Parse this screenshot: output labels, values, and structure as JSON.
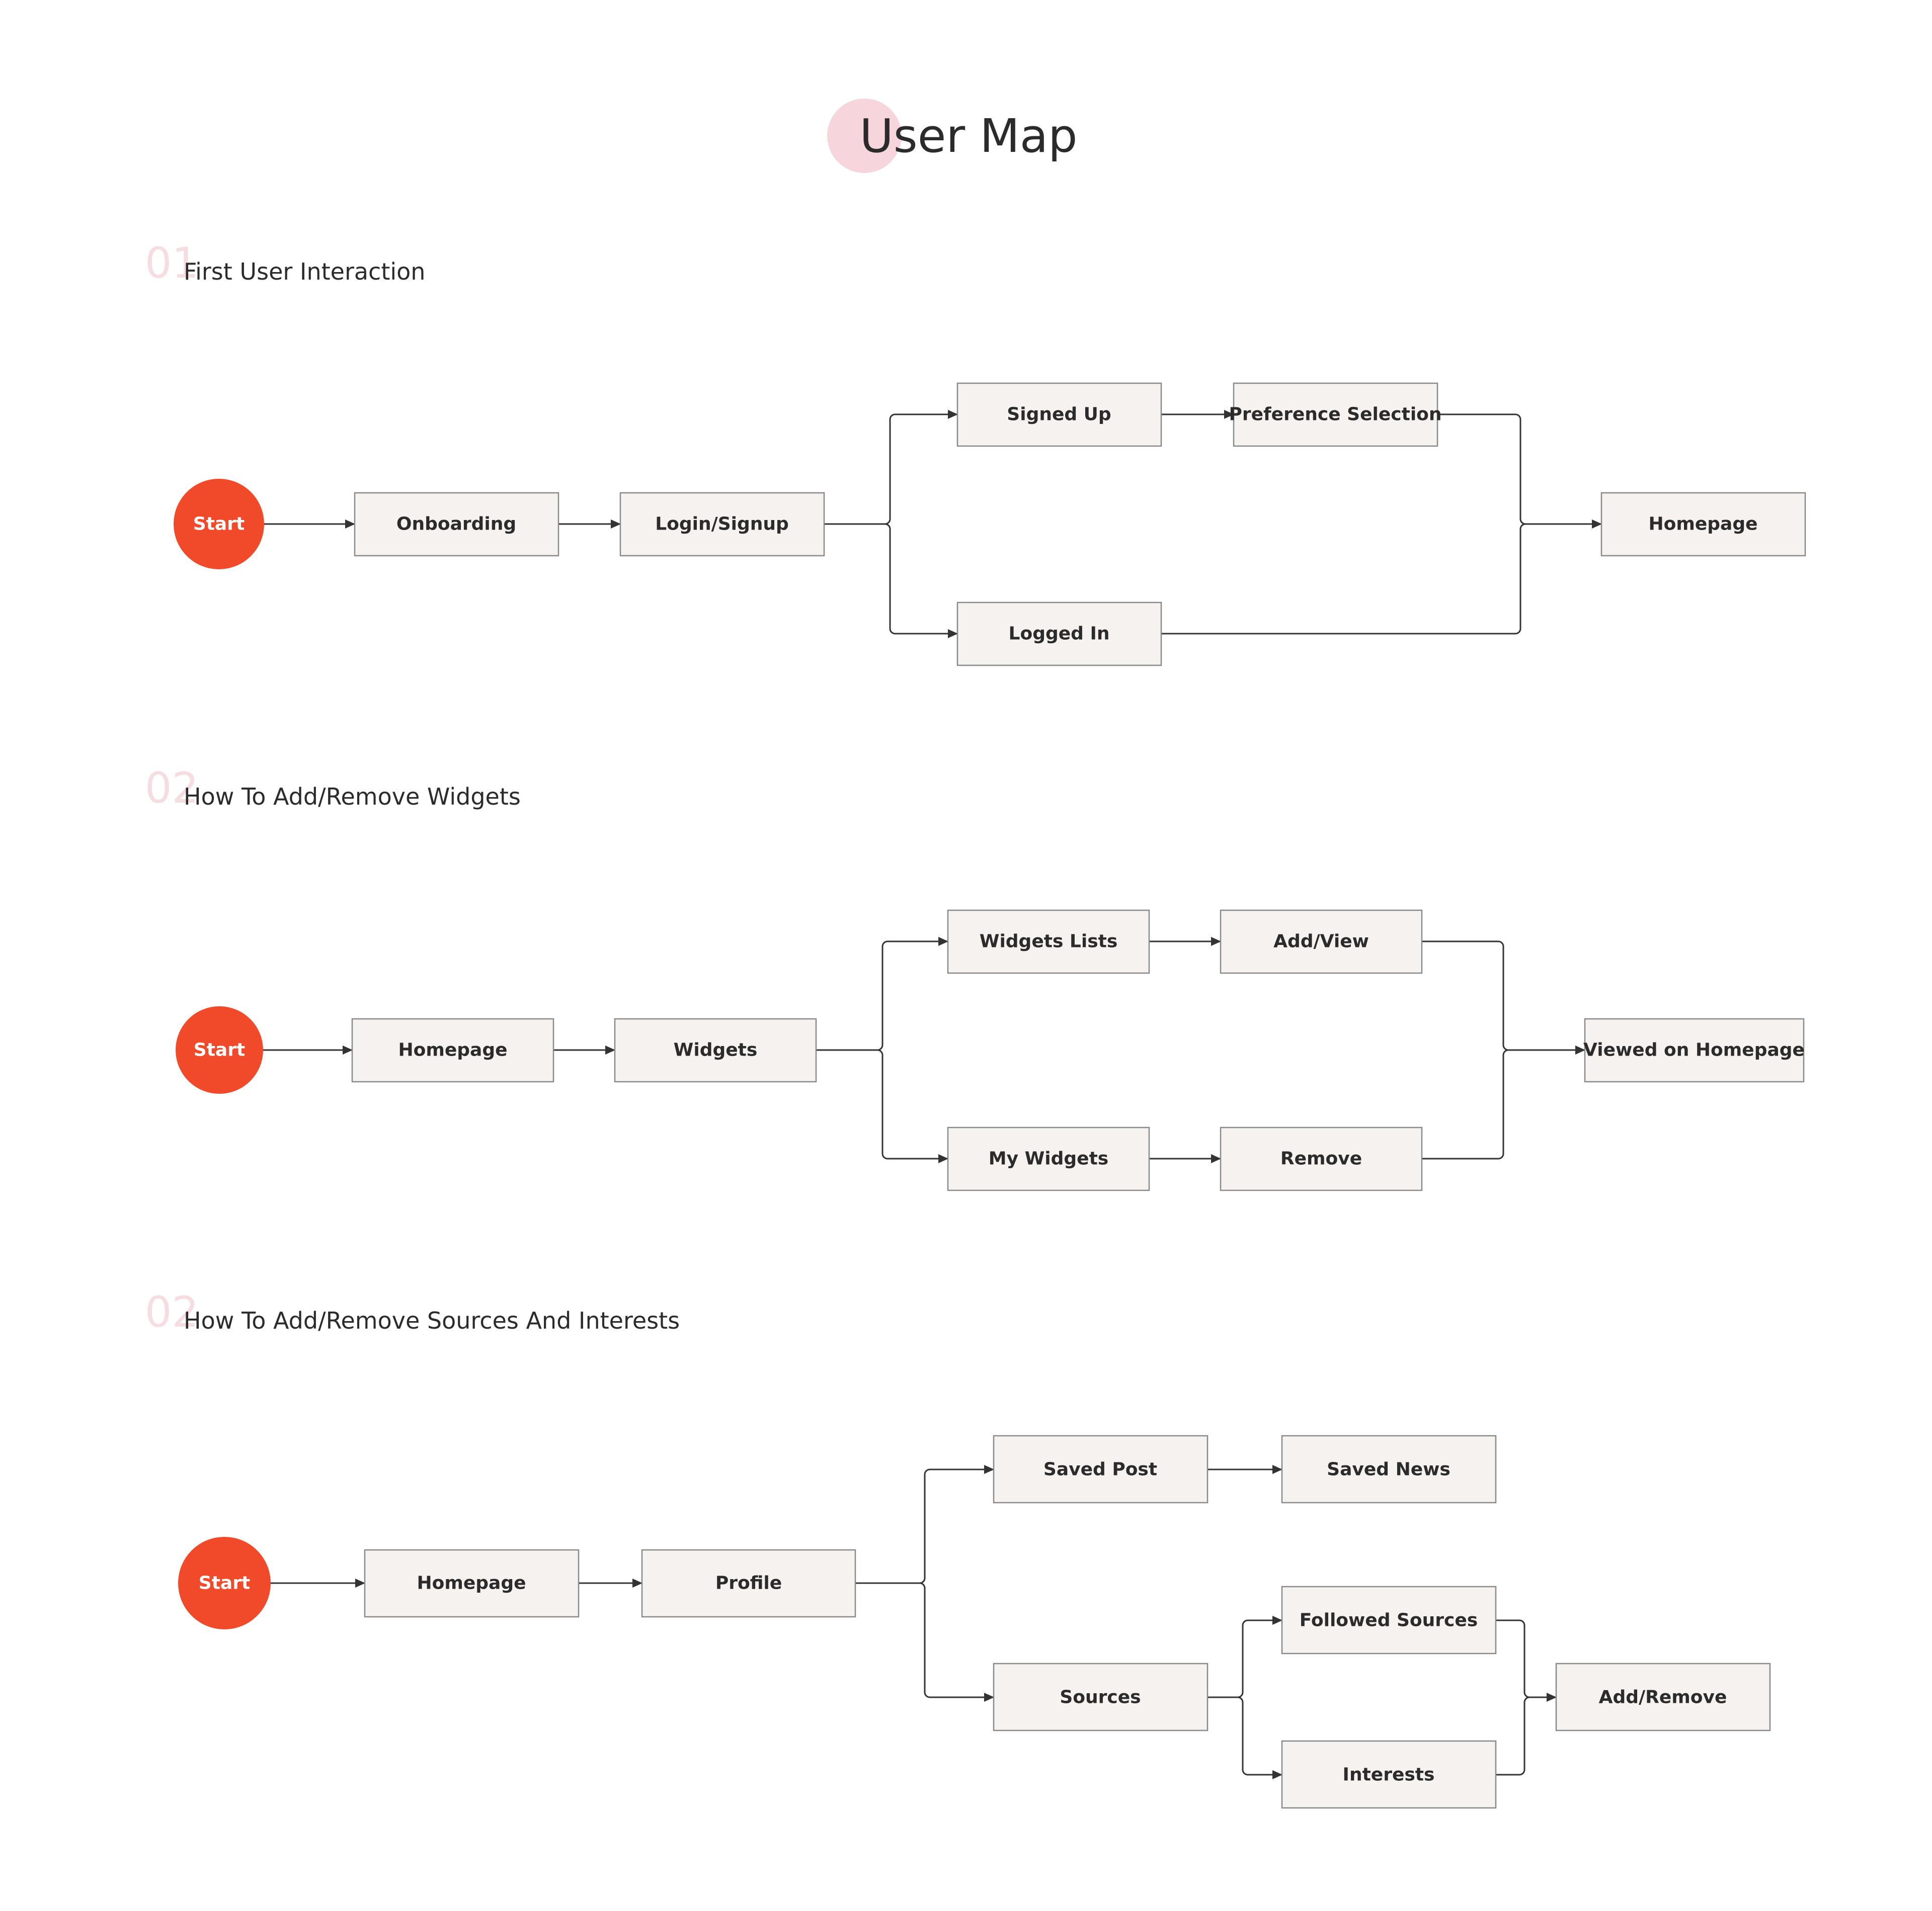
{
  "colors": {
    "accent": "#f04a2a",
    "title_dot": "#f6d6dc",
    "section_number": "#f6dde2",
    "node_fill": "#f5f2f0",
    "node_stroke": "#8a8a8a",
    "edge": "#333333",
    "text": "#2b2b2b"
  },
  "page": {
    "title": "User Map"
  },
  "sections": [
    {
      "number": "01",
      "title": "First User Interaction",
      "nodes": [
        {
          "id": "start",
          "type": "start",
          "label": "Start"
        },
        {
          "id": "onboarding",
          "label": "Onboarding"
        },
        {
          "id": "login",
          "label": "Login/Signup"
        },
        {
          "id": "signedup",
          "label": "Signed Up"
        },
        {
          "id": "pref",
          "label": "Preference Selection"
        },
        {
          "id": "loggedin",
          "label": "Logged In"
        },
        {
          "id": "home",
          "label": "Homepage"
        }
      ],
      "edges": [
        {
          "from": "start",
          "to": "onboarding"
        },
        {
          "from": "onboarding",
          "to": "login"
        },
        {
          "from": "login",
          "to": "signedup"
        },
        {
          "from": "login",
          "to": "loggedin"
        },
        {
          "from": "signedup",
          "to": "pref"
        },
        {
          "from": "pref",
          "to": "home"
        },
        {
          "from": "loggedin",
          "to": "home"
        }
      ]
    },
    {
      "number": "02",
      "title": "How To Add/Remove Widgets",
      "nodes": [
        {
          "id": "start",
          "type": "start",
          "label": "Start"
        },
        {
          "id": "home",
          "label": "Homepage"
        },
        {
          "id": "widgets",
          "label": "Widgets"
        },
        {
          "id": "wlists",
          "label": "Widgets Lists"
        },
        {
          "id": "addview",
          "label": "Add/View"
        },
        {
          "id": "mywidgets",
          "label": "My Widgets"
        },
        {
          "id": "remove",
          "label": "Remove"
        },
        {
          "id": "viewed",
          "label": "Viewed on Homepage"
        }
      ],
      "edges": [
        {
          "from": "start",
          "to": "home"
        },
        {
          "from": "home",
          "to": "widgets"
        },
        {
          "from": "widgets",
          "to": "wlists"
        },
        {
          "from": "widgets",
          "to": "mywidgets"
        },
        {
          "from": "wlists",
          "to": "addview"
        },
        {
          "from": "mywidgets",
          "to": "remove"
        },
        {
          "from": "addview",
          "to": "viewed"
        },
        {
          "from": "remove",
          "to": "viewed"
        }
      ]
    },
    {
      "number": "02",
      "title": "How To Add/Remove Sources And Interests",
      "nodes": [
        {
          "id": "start",
          "type": "start",
          "label": "Start"
        },
        {
          "id": "home",
          "label": "Homepage"
        },
        {
          "id": "profile",
          "label": "Profile"
        },
        {
          "id": "savedpost",
          "label": "Saved Post"
        },
        {
          "id": "savednews",
          "label": "Saved News"
        },
        {
          "id": "sources",
          "label": "Sources"
        },
        {
          "id": "followed",
          "label": "Followed Sources"
        },
        {
          "id": "interests",
          "label": "Interests"
        },
        {
          "id": "addremove",
          "label": "Add/Remove"
        }
      ],
      "edges": [
        {
          "from": "start",
          "to": "home"
        },
        {
          "from": "home",
          "to": "profile"
        },
        {
          "from": "profile",
          "to": "savedpost"
        },
        {
          "from": "profile",
          "to": "sources"
        },
        {
          "from": "savedpost",
          "to": "savednews"
        },
        {
          "from": "sources",
          "to": "followed"
        },
        {
          "from": "sources",
          "to": "interests"
        },
        {
          "from": "followed",
          "to": "addremove"
        },
        {
          "from": "interests",
          "to": "addremove"
        }
      ]
    }
  ]
}
